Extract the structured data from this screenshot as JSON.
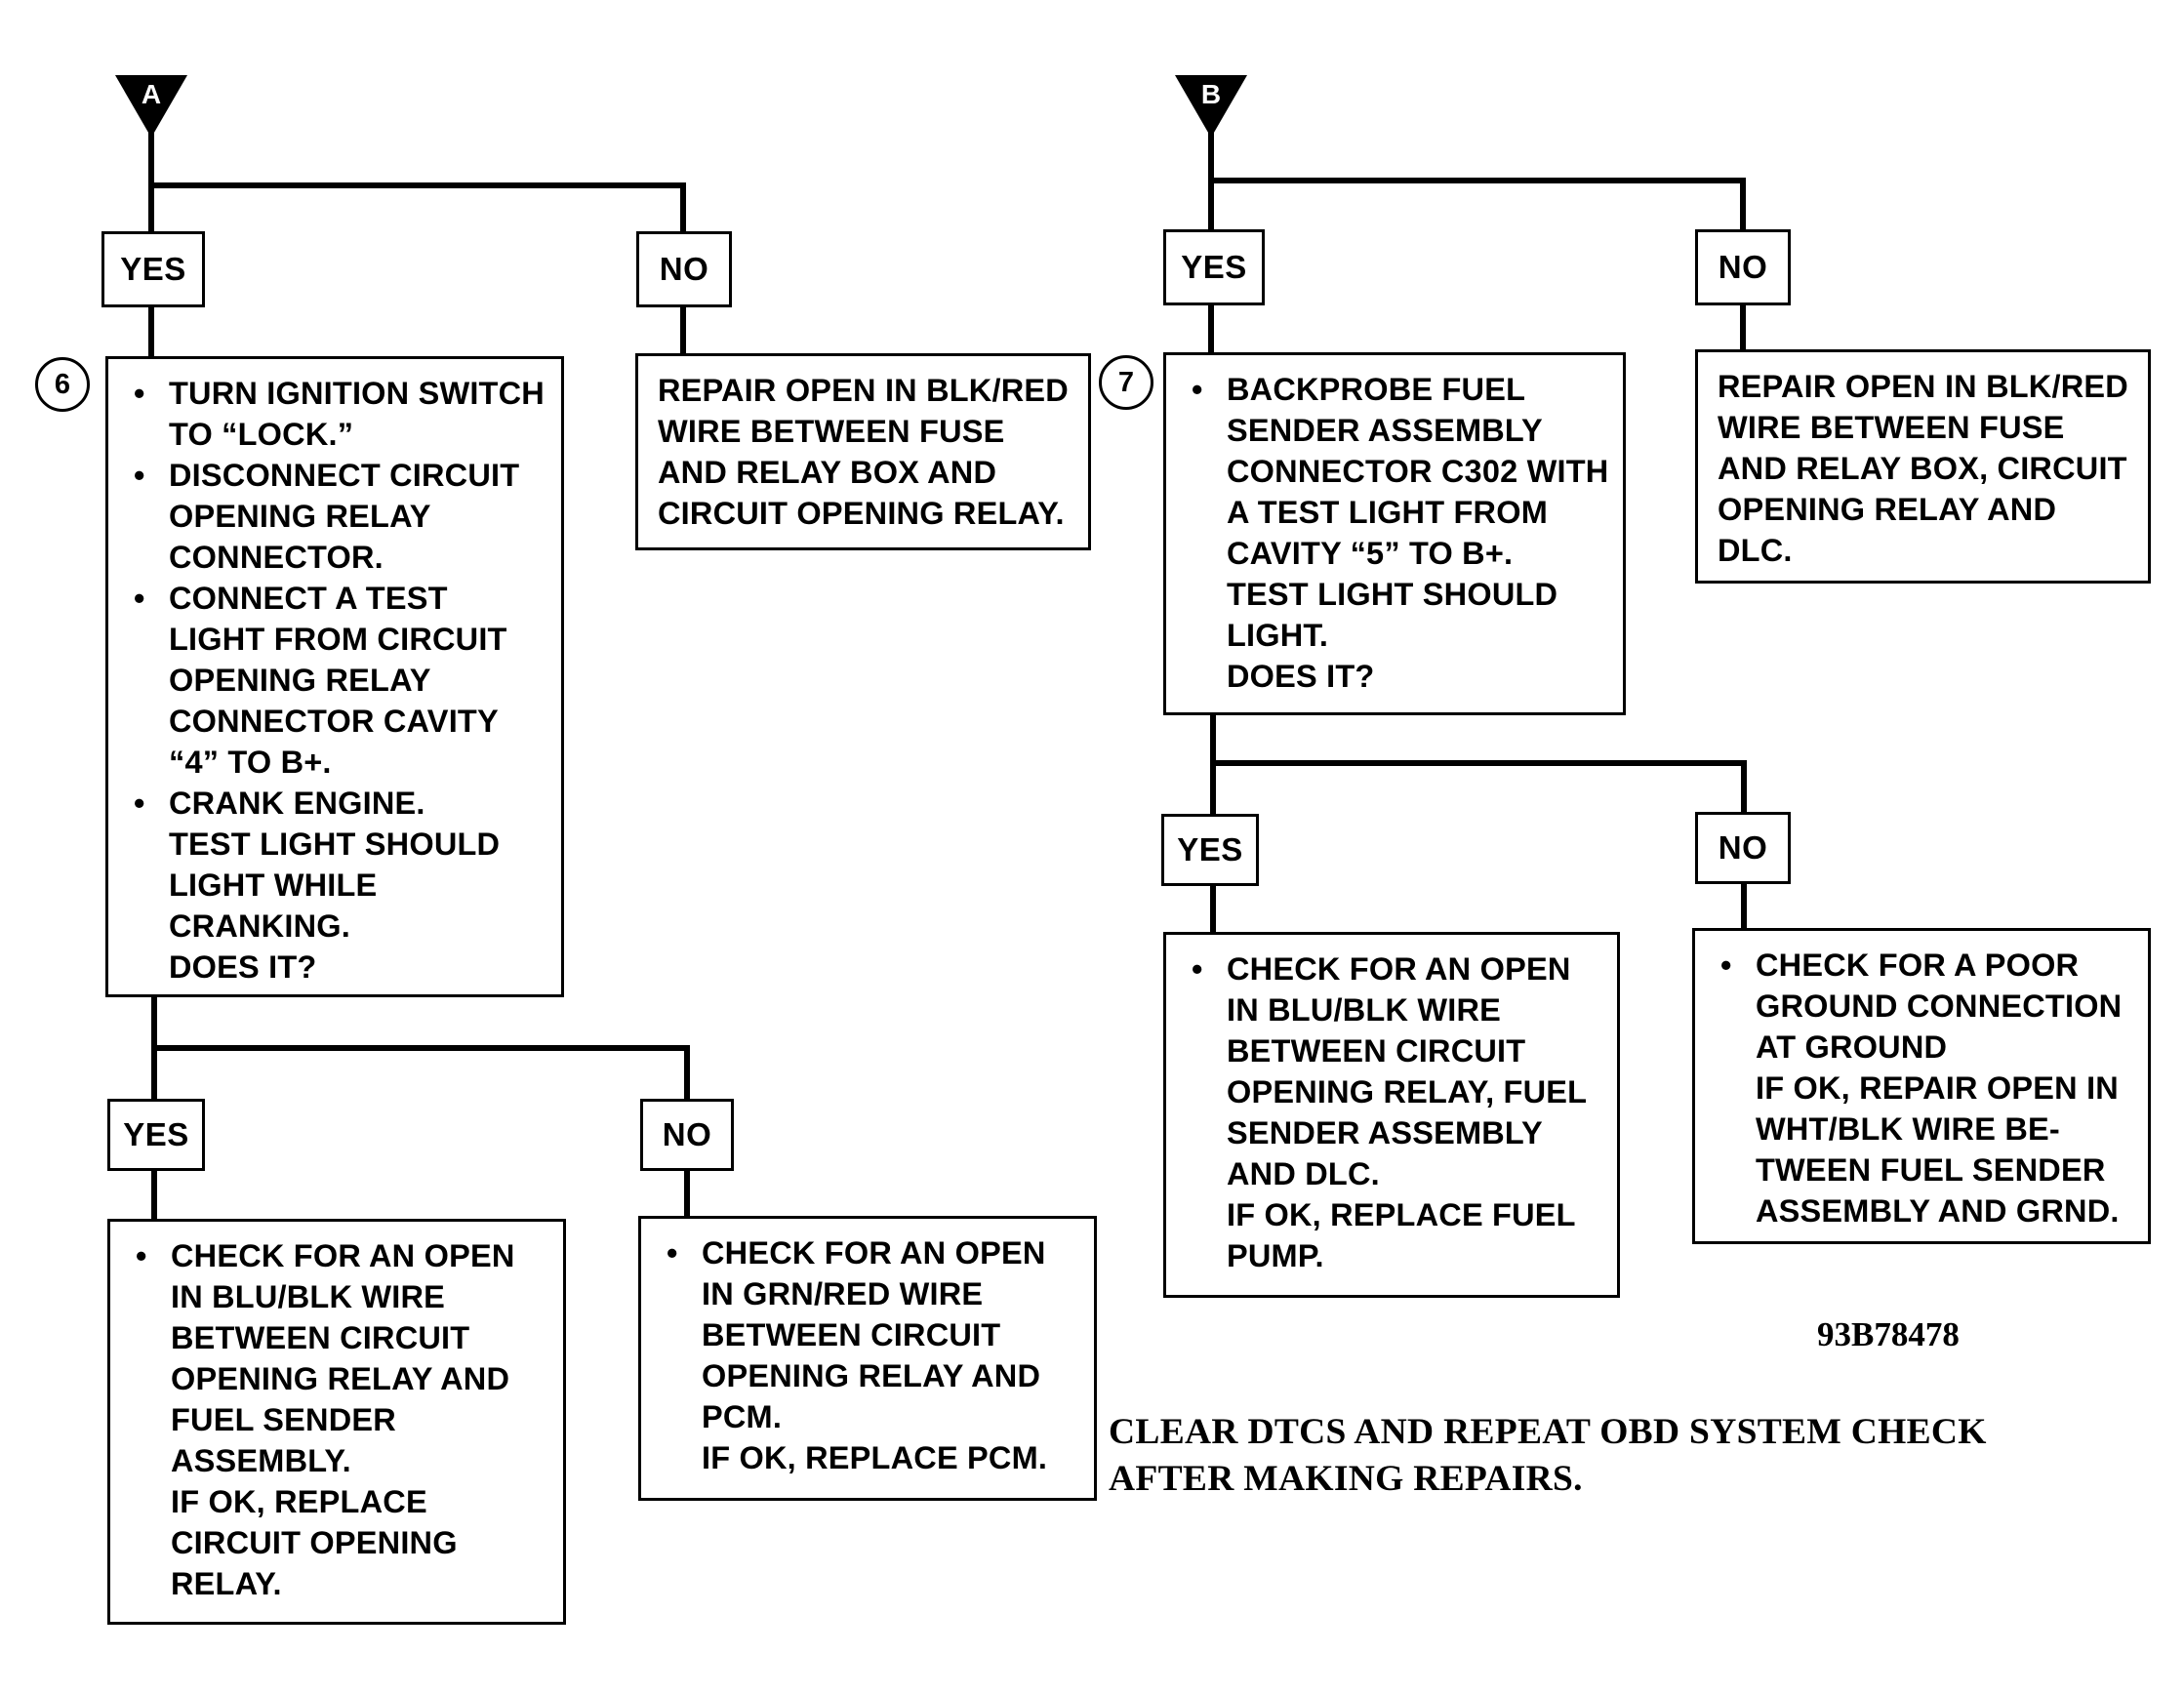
{
  "entry_points": {
    "a": "A",
    "b": "B"
  },
  "step_numbers": {
    "a": "6",
    "b": "7"
  },
  "answers": {
    "yes": "YES",
    "no": "NO"
  },
  "steps": {
    "a_step": [
      {
        "type": "bullet",
        "text": "TURN IGNITION SWITCH"
      },
      {
        "type": "cont",
        "text": "TO “LOCK.”"
      },
      {
        "type": "bullet",
        "text": "DISCONNECT CIRCUIT"
      },
      {
        "type": "cont",
        "text": "OPENING RELAY"
      },
      {
        "type": "cont",
        "text": "CONNECTOR."
      },
      {
        "type": "bullet",
        "text": "CONNECT A TEST"
      },
      {
        "type": "cont",
        "text": "LIGHT FROM CIRCUIT"
      },
      {
        "type": "cont",
        "text": "OPENING RELAY"
      },
      {
        "type": "cont",
        "text": "CONNECTOR CAVITY"
      },
      {
        "type": "cont",
        "text": "“4” TO B+."
      },
      {
        "type": "bullet",
        "text": "CRANK ENGINE."
      },
      {
        "type": "cont",
        "text": "TEST LIGHT SHOULD"
      },
      {
        "type": "cont",
        "text": "LIGHT WHILE"
      },
      {
        "type": "cont",
        "text": "CRANKING."
      },
      {
        "type": "cont",
        "text": "DOES IT?"
      }
    ],
    "a_no": [
      {
        "type": "plain",
        "text": "REPAIR OPEN IN BLK/RED"
      },
      {
        "type": "plain",
        "text": "WIRE BETWEEN FUSE"
      },
      {
        "type": "plain",
        "text": "AND RELAY BOX AND"
      },
      {
        "type": "plain",
        "text": "CIRCUIT OPENING RELAY."
      }
    ],
    "a_yes_yes": [
      {
        "type": "bullet",
        "text": "CHECK FOR AN OPEN"
      },
      {
        "type": "cont",
        "text": "IN BLU/BLK WIRE"
      },
      {
        "type": "cont",
        "text": "BETWEEN CIRCUIT"
      },
      {
        "type": "cont",
        "text": "OPENING RELAY AND"
      },
      {
        "type": "cont",
        "text": "FUEL SENDER"
      },
      {
        "type": "cont",
        "text": "ASSEMBLY."
      },
      {
        "type": "cont",
        "text": "IF OK, REPLACE"
      },
      {
        "type": "cont",
        "text": "CIRCUIT OPENING"
      },
      {
        "type": "cont",
        "text": "RELAY."
      }
    ],
    "a_yes_no": [
      {
        "type": "bullet",
        "text": "CHECK FOR AN OPEN"
      },
      {
        "type": "cont",
        "text": "IN GRN/RED WIRE"
      },
      {
        "type": "cont",
        "text": "BETWEEN CIRCUIT"
      },
      {
        "type": "cont",
        "text": "OPENING RELAY AND"
      },
      {
        "type": "cont",
        "text": "PCM."
      },
      {
        "type": "cont",
        "text": "IF OK, REPLACE PCM."
      }
    ],
    "b_step": [
      {
        "type": "bullet",
        "text": "BACKPROBE FUEL"
      },
      {
        "type": "cont",
        "text": "SENDER ASSEMBLY"
      },
      {
        "type": "cont",
        "text": "CONNECTOR C302 WITH"
      },
      {
        "type": "cont",
        "text": "A TEST LIGHT FROM"
      },
      {
        "type": "cont",
        "text": "CAVITY “5” TO B+."
      },
      {
        "type": "cont",
        "text": "TEST LIGHT SHOULD"
      },
      {
        "type": "cont",
        "text": "LIGHT."
      },
      {
        "type": "cont",
        "text": "DOES IT?"
      }
    ],
    "b_no": [
      {
        "type": "plain",
        "text": "REPAIR OPEN IN BLK/RED"
      },
      {
        "type": "plain",
        "text": "WIRE BETWEEN FUSE"
      },
      {
        "type": "plain",
        "text": "AND RELAY BOX, CIRCUIT"
      },
      {
        "type": "plain",
        "text": "OPENING RELAY AND"
      },
      {
        "type": "plain",
        "text": "DLC."
      }
    ],
    "b_yes_yes": [
      {
        "type": "bullet",
        "text": "CHECK FOR AN OPEN"
      },
      {
        "type": "cont",
        "text": "IN BLU/BLK WIRE"
      },
      {
        "type": "cont",
        "text": "BETWEEN CIRCUIT"
      },
      {
        "type": "cont",
        "text": "OPENING RELAY, FUEL"
      },
      {
        "type": "cont",
        "text": "SENDER ASSEMBLY"
      },
      {
        "type": "cont",
        "text": "AND DLC."
      },
      {
        "type": "cont",
        "text": "IF OK, REPLACE FUEL"
      },
      {
        "type": "cont",
        "text": "PUMP."
      }
    ],
    "b_yes_no": [
      {
        "type": "bullet",
        "text": "CHECK FOR A POOR"
      },
      {
        "type": "cont",
        "text": "GROUND CONNECTION"
      },
      {
        "type": "cont",
        "text": "AT  GROUND"
      },
      {
        "type": "cont",
        "text": "IF OK, REPAIR OPEN IN"
      },
      {
        "type": "cont",
        "text": "WHT/BLK WIRE BE-"
      },
      {
        "type": "cont",
        "text": "TWEEN FUEL SENDER"
      },
      {
        "type": "cont",
        "text": "ASSEMBLY AND GRND."
      }
    ]
  },
  "figure_ref": "93B78478",
  "note_lines": [
    "CLEAR DTCS AND REPEAT OBD SYSTEM CHECK",
    "AFTER MAKING REPAIRS."
  ]
}
